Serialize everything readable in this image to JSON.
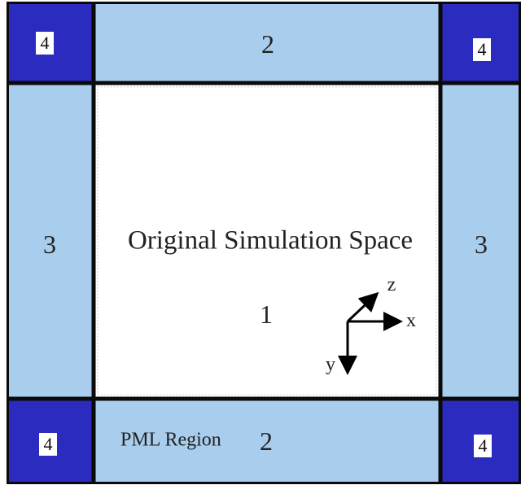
{
  "regions": {
    "center": {
      "label": "1",
      "title": "Original Simulation Space"
    },
    "top_edge": {
      "label": "2"
    },
    "bottom_edge": {
      "label": "2",
      "caption": "PML Region"
    },
    "left_edge": {
      "label": "3"
    },
    "right_edge": {
      "label": "3"
    },
    "corners": {
      "top_left": "4",
      "top_right": "4",
      "bottom_left": "4",
      "bottom_right": "4"
    }
  },
  "axes": {
    "x": "x",
    "y": "y",
    "z": "z"
  },
  "colors": {
    "corner": "#2b2bbf",
    "edge": "#a9cdec",
    "center": "#ffffff",
    "border": "#0a0a0a"
  }
}
